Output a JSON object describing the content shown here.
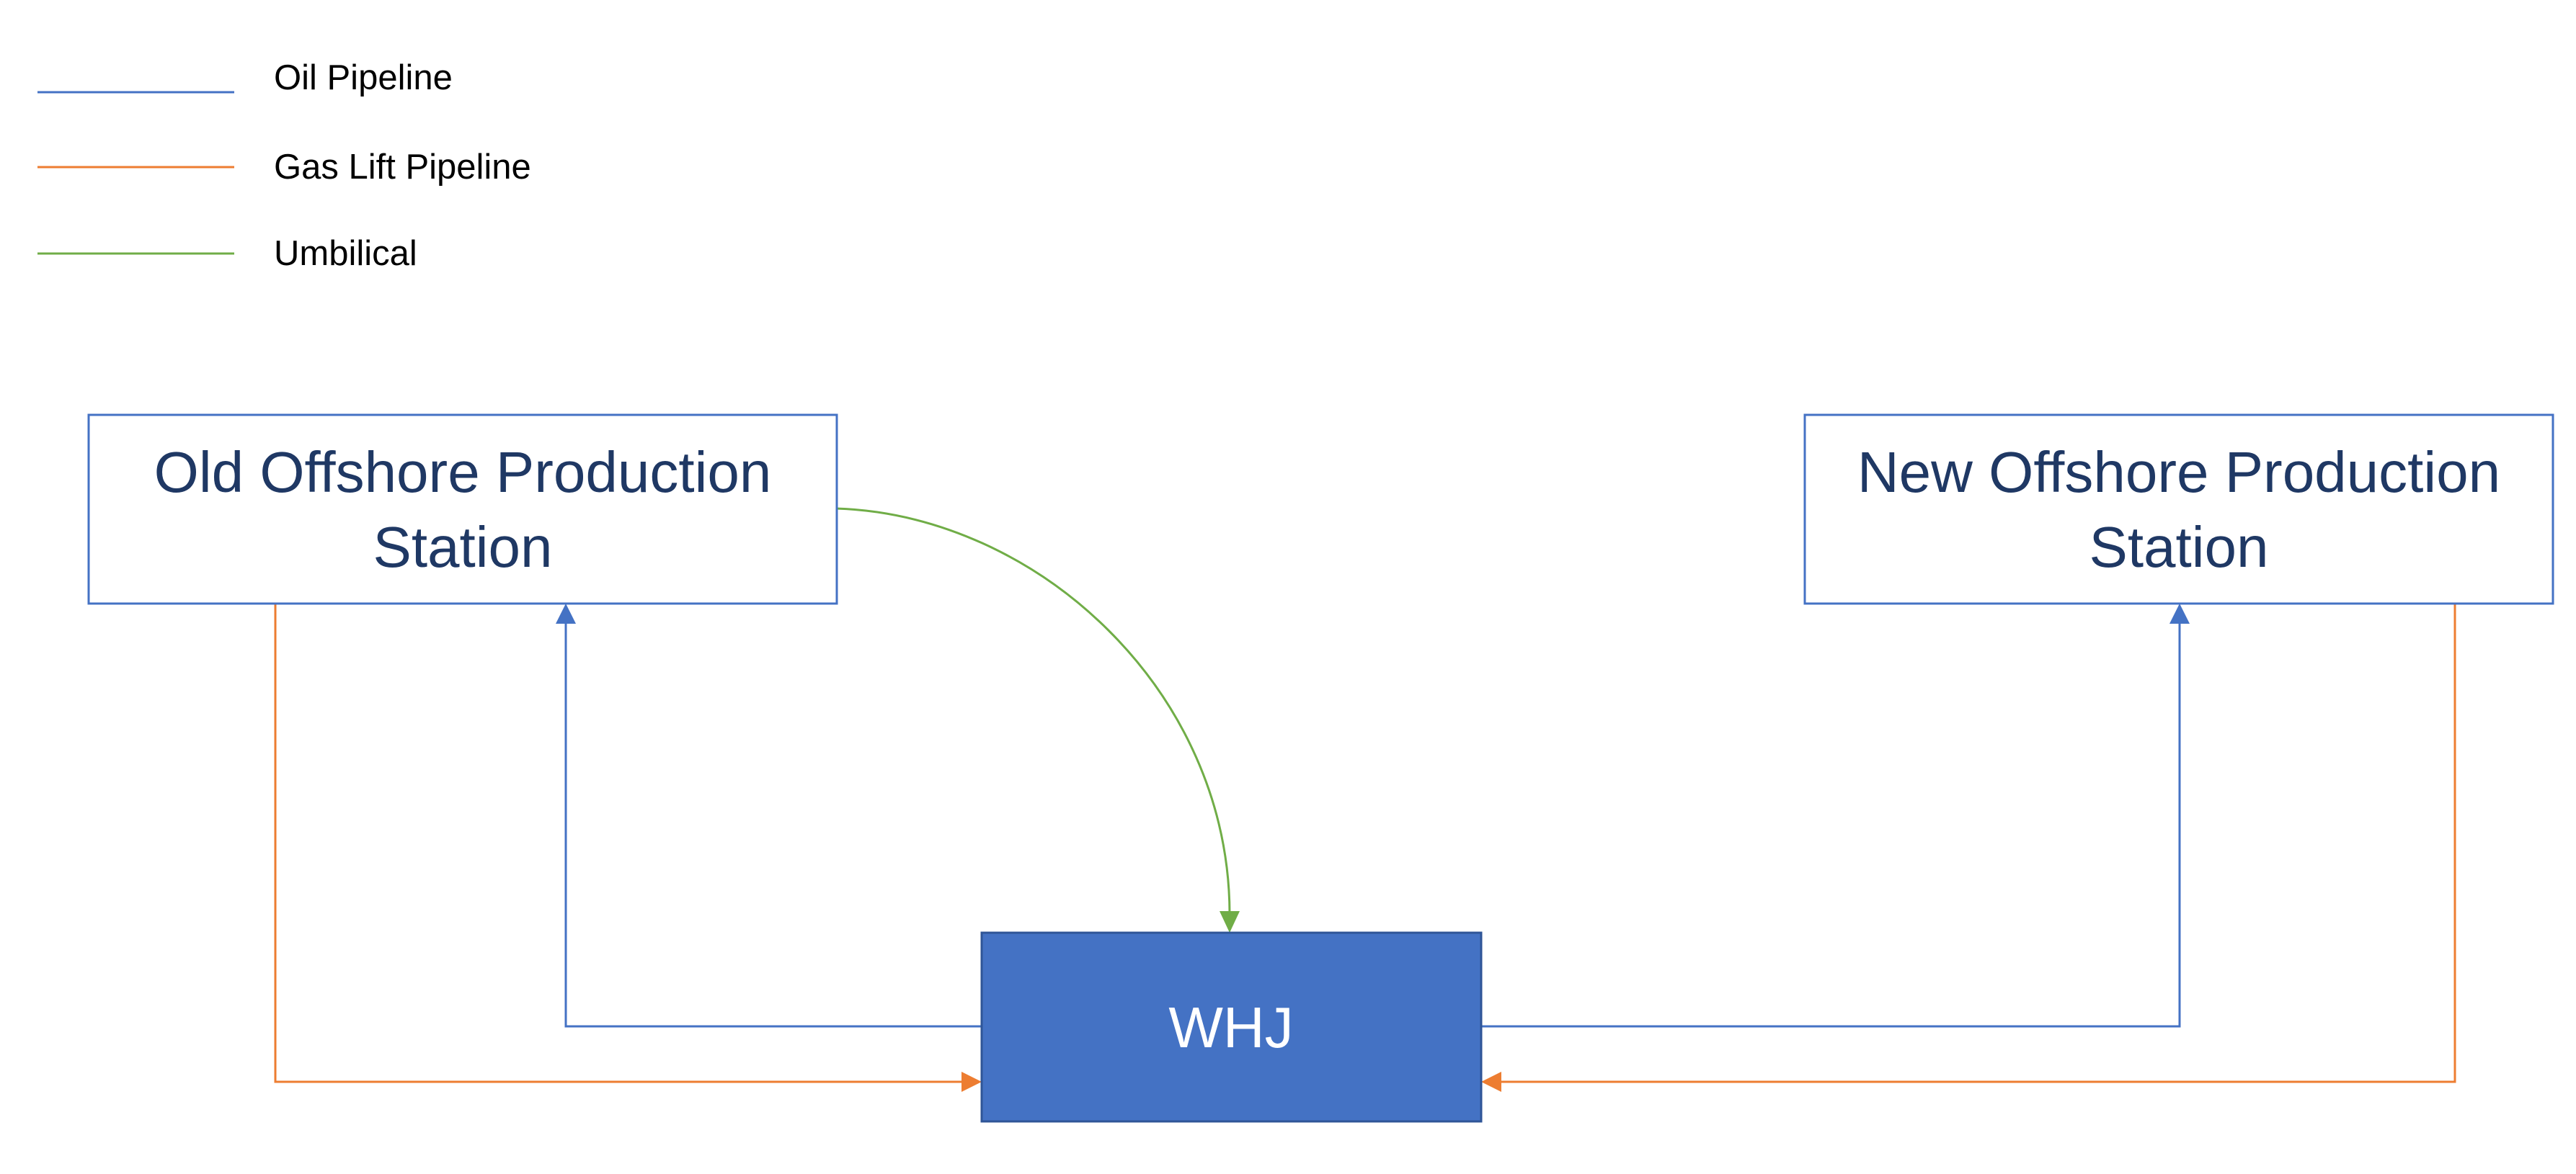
{
  "legend": {
    "items": [
      {
        "label": "Oil Pipeline",
        "color": "#4472C4",
        "kind": "oil"
      },
      {
        "label": "Gas Lift Pipeline",
        "color": "#ED7D31",
        "kind": "gas"
      },
      {
        "label": "Umbilical",
        "color": "#70AD47",
        "kind": "umbilical"
      }
    ]
  },
  "nodes": {
    "old_station": {
      "line1": "Old Offshore Production",
      "line2": "Station"
    },
    "new_station": {
      "line1": "New Offshore Production",
      "line2": "Station"
    },
    "whj": {
      "label": "WHJ"
    }
  },
  "colors": {
    "oil": "#4472C4",
    "gas": "#ED7D31",
    "umbilical": "#70AD47",
    "box_border": "#4472C4",
    "box_text": "#1F3864",
    "whj_fill": "#4472C4",
    "whj_border": "#2F5597",
    "whj_text": "#FFFFFF"
  },
  "connections": [
    {
      "from": "whj",
      "to": "old_station",
      "type": "oil"
    },
    {
      "from": "whj",
      "to": "new_station",
      "type": "oil"
    },
    {
      "from": "old_station",
      "to": "whj",
      "type": "gas"
    },
    {
      "from": "new_station",
      "to": "whj",
      "type": "gas"
    },
    {
      "from": "old_station",
      "to": "whj",
      "type": "umbilical"
    }
  ]
}
